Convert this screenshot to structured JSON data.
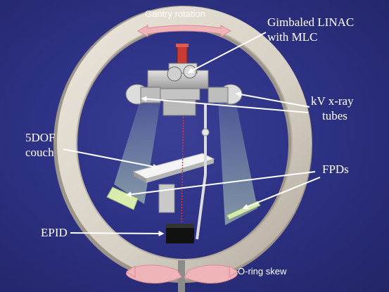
{
  "labels": {
    "gantry_rotation": "Gantry rotation",
    "gimbaled_linac_line1": "Gimbaled LINAC",
    "gimbaled_linac_line2": "with MLC",
    "kv_tubes_line1": "kV x-ray",
    "kv_tubes_line2": "tubes",
    "couch_line1": "5DOF",
    "couch_line2": "couch",
    "fpds": "FPDs",
    "epid": "EPID",
    "oring_skew": "O-ring skew"
  },
  "colors": {
    "background": "#2e3285",
    "ring": "#d8d1c6",
    "arrow_pink": "#eeb4b8",
    "beam_green": "#b4dcb0",
    "linac_red": "#c83a32",
    "text": "#ffffff"
  }
}
